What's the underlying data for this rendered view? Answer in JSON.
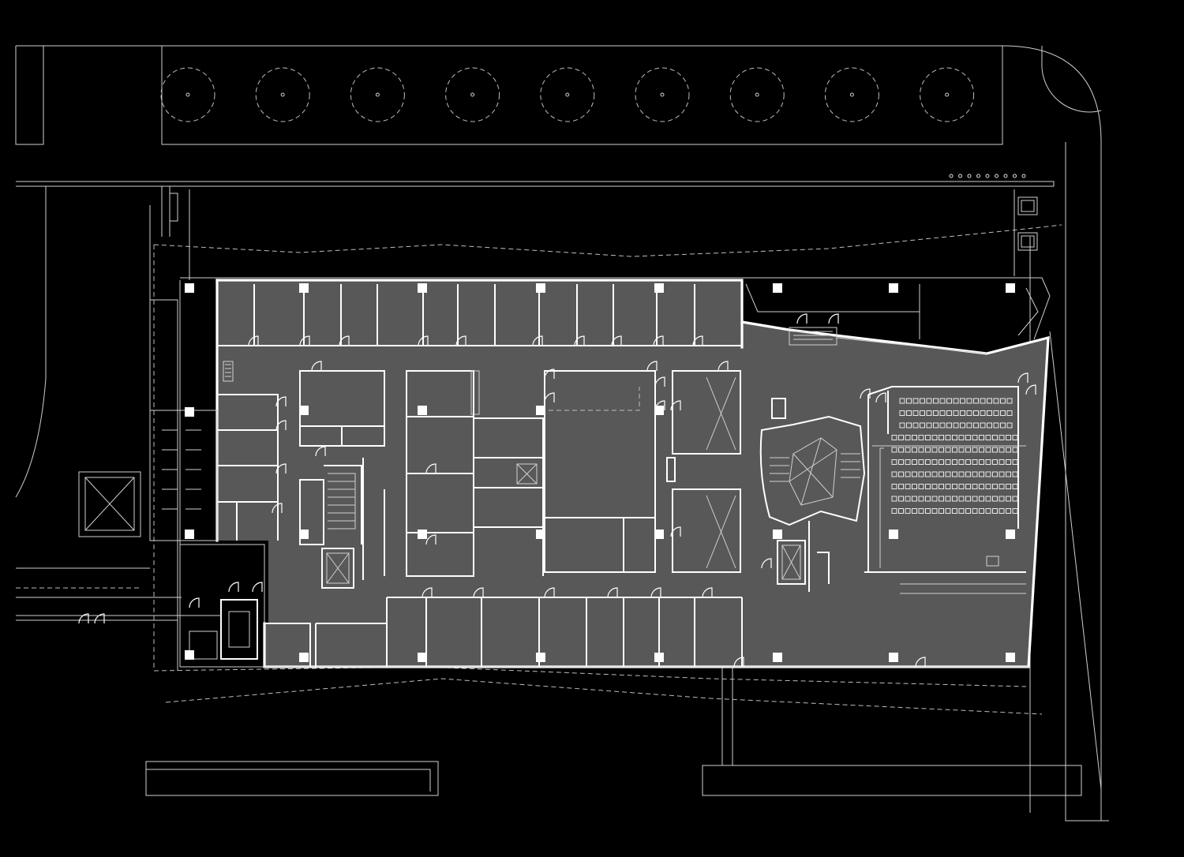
{
  "plan": {
    "colors": {
      "background": "#000000",
      "floor": "#585858",
      "walls": "#ffffff",
      "linework": "#cfcfcf"
    },
    "street_tree_count": 9,
    "bollard_count": 9,
    "auditorium_seat_rows": 10,
    "restroom_count": 2,
    "elevator_count": 3
  }
}
